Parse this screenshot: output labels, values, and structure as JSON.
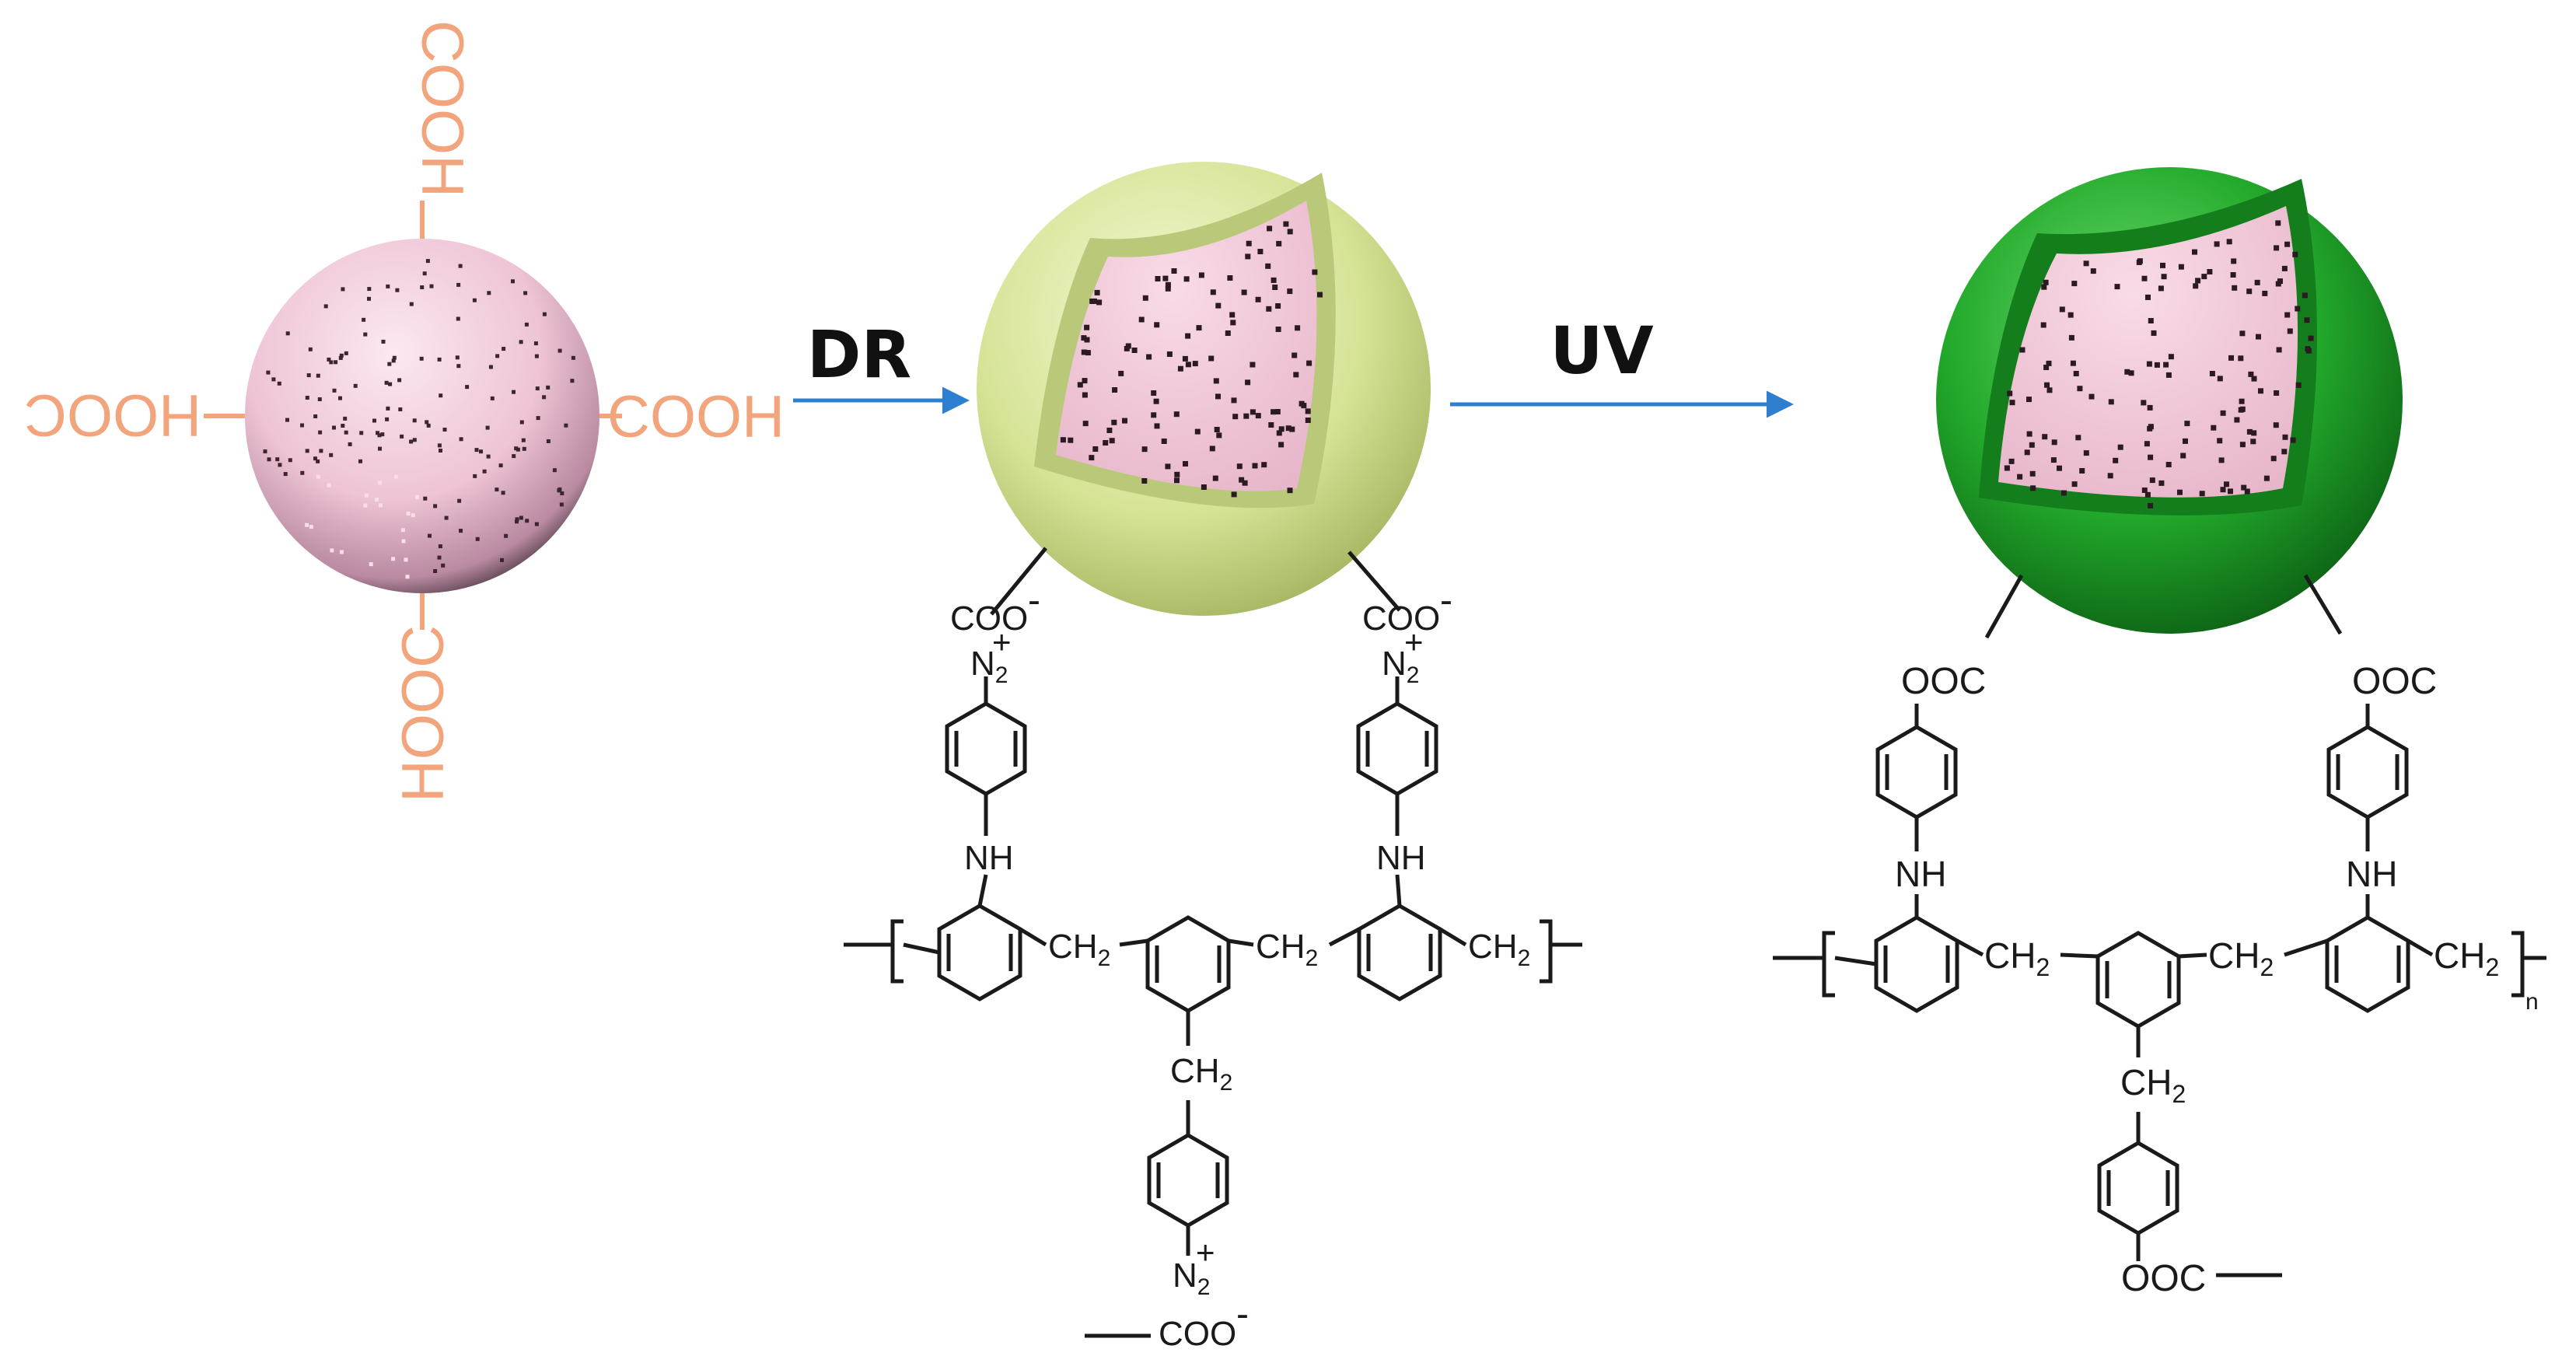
{
  "colors": {
    "cooh": "#f2a57c",
    "arrow": "#2e7fcf",
    "core": "#f1c8d8",
    "shell_light": "#d7e59a",
    "shell_dark": "#22a92b",
    "bond": "#1a1a1a"
  },
  "steps": {
    "dr": "DR",
    "uv": "UV"
  },
  "particle1": {
    "groups": [
      "COOH",
      "COOH",
      "HOOC",
      "HOOC"
    ]
  },
  "structure1": {
    "coo_left": "COO",
    "coo_right": "COO",
    "coo_bottom": "COO",
    "charge_minus": "-",
    "charge_plus": "+",
    "n2_n": "N",
    "n2_sub": "2",
    "nh": "NH",
    "ch2": "CH",
    "ch2_sub": "2"
  },
  "structure2": {
    "ooc_left": "OOC",
    "ooc_right": "OOC",
    "ooc_bottom": "OOC",
    "nh": "NH",
    "ch2": "CH",
    "ch2_sub": "2",
    "repeat_n": "n"
  }
}
